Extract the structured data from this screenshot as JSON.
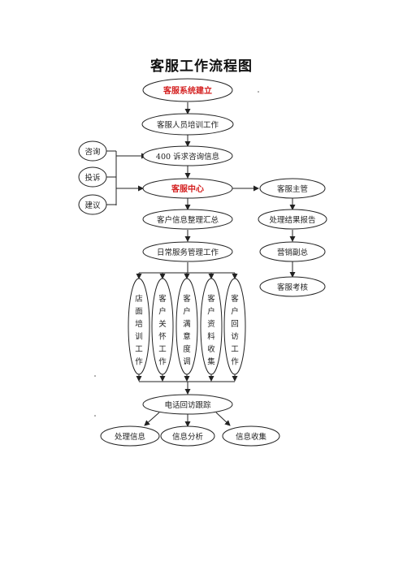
{
  "title": "客服工作流程图",
  "nodes": {
    "system_setup": "客服系统建立",
    "staff_training": "客服人员培训工作",
    "hotline": "400 诉求咨询信息",
    "service_center": "客服中心",
    "customer_info": "客户信息整理汇总",
    "daily_service": "日常服务管理工作",
    "phone_followup": "电话回访跟踪",
    "supervisor": "客服主管",
    "result_report": "处理结果报告",
    "marketing_vp": "营销副总",
    "assessment": "客服考核",
    "consult": "咨询",
    "complaint": "投诉",
    "suggestion": "建议",
    "handle_info": "处理信息",
    "info_analysis": "信息分析",
    "info_collect": "信息收集"
  },
  "vertical_items": [
    [
      "店",
      "面",
      "培",
      "训",
      "工",
      "作"
    ],
    [
      "客",
      "户",
      "关",
      "怀",
      "工",
      "作"
    ],
    [
      "客",
      "户",
      "满",
      "意",
      "度",
      "调"
    ],
    [
      "客",
      "户",
      "资",
      "料",
      "收",
      "集"
    ],
    [
      "客",
      "户",
      "回",
      "访",
      "工",
      "作"
    ]
  ],
  "colors": {
    "highlight_text": "#d42020",
    "stroke": "#222222"
  }
}
